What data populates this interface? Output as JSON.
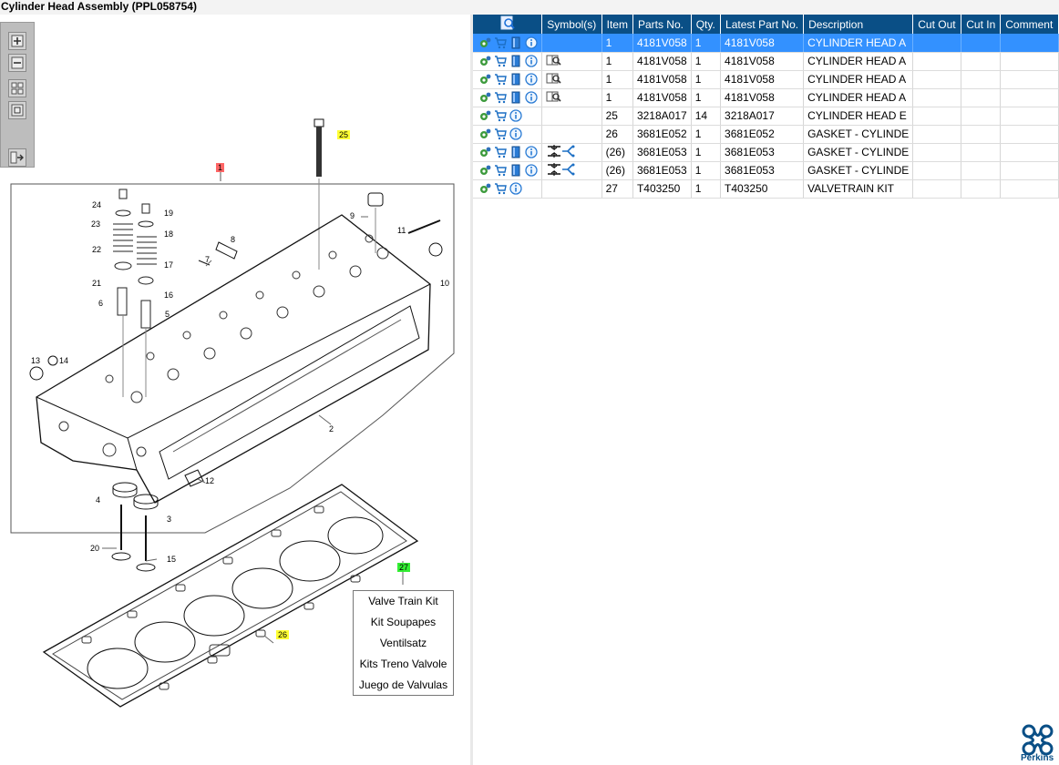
{
  "window": {
    "title": "Cylinder Head Assembly (PPL058754)"
  },
  "toolbar": {
    "buttons": [
      {
        "name": "zoom-in-button",
        "icon": "plus-icon"
      },
      {
        "name": "zoom-out-button",
        "icon": "minus-icon"
      },
      {
        "name": "fit-all-button",
        "icon": "grid-icon"
      },
      {
        "name": "fit-window-button",
        "icon": "square-icon"
      },
      {
        "name": "export-button",
        "icon": "export-icon"
      }
    ]
  },
  "diagram": {
    "callouts": {
      "assembly": "1",
      "bolt": "25",
      "gasket": "26",
      "kit": "27"
    },
    "labels": [
      "24",
      "23",
      "22",
      "21",
      "6",
      "19",
      "18",
      "17",
      "16",
      "5",
      "9",
      "8",
      "7",
      "11",
      "10",
      "13",
      "14",
      "2",
      "12",
      "4",
      "3",
      "20",
      "15"
    ],
    "kit_box": [
      "Valve Train Kit",
      "Kit Soupapes",
      "Ventilsatz",
      "Kits Treno Valvole",
      "Juego de Valvulas"
    ]
  },
  "table": {
    "columns": [
      "Symbol(s)",
      "Item",
      "Parts No.",
      "Qty.",
      "Latest Part No.",
      "Description",
      "Cut Out",
      "Cut In",
      "Comment"
    ],
    "rows": [
      {
        "icons": [
          "gear",
          "cart",
          "book",
          "info"
        ],
        "symbol": "",
        "item": "1",
        "part_no": "4181V058",
        "qty": "1",
        "latest": "4181V058",
        "desc": "CYLINDER HEAD A",
        "cut_out": "",
        "cut_in": "",
        "comment": ""
      },
      {
        "icons": [
          "gear",
          "cart",
          "book",
          "info"
        ],
        "symbol": "magnify",
        "item": "1",
        "part_no": "4181V058",
        "qty": "1",
        "latest": "4181V058",
        "desc": "CYLINDER HEAD A",
        "cut_out": "",
        "cut_in": "",
        "comment": ""
      },
      {
        "icons": [
          "gear",
          "cart",
          "book",
          "info"
        ],
        "symbol": "magnify",
        "item": "1",
        "part_no": "4181V058",
        "qty": "1",
        "latest": "4181V058",
        "desc": "CYLINDER HEAD A",
        "cut_out": "",
        "cut_in": "",
        "comment": ""
      },
      {
        "icons": [
          "gear",
          "cart",
          "book",
          "info"
        ],
        "symbol": "magnify",
        "item": "1",
        "part_no": "4181V058",
        "qty": "1",
        "latest": "4181V058",
        "desc": "CYLINDER HEAD A",
        "cut_out": "",
        "cut_in": "",
        "comment": ""
      },
      {
        "icons": [
          "gear",
          "cart",
          "info"
        ],
        "symbol": "",
        "item": "25",
        "part_no": "3218A017",
        "qty": "14",
        "latest": "3218A017",
        "desc": "CYLINDER HEAD E",
        "cut_out": "",
        "cut_in": "",
        "comment": ""
      },
      {
        "icons": [
          "gear",
          "cart",
          "info"
        ],
        "symbol": "",
        "item": "26",
        "part_no": "3681E052",
        "qty": "1",
        "latest": "3681E052",
        "desc": "GASKET - CYLINDE",
        "cut_out": "",
        "cut_in": "",
        "comment": ""
      },
      {
        "icons": [
          "gear",
          "cart",
          "book",
          "info"
        ],
        "symbol": "split",
        "item": "(26)",
        "part_no": "3681E053",
        "qty": "1",
        "latest": "3681E053",
        "desc": "GASKET - CYLINDE",
        "cut_out": "",
        "cut_in": "",
        "comment": ""
      },
      {
        "icons": [
          "gear",
          "cart",
          "book",
          "info"
        ],
        "symbol": "split",
        "item": "(26)",
        "part_no": "3681E053",
        "qty": "1",
        "latest": "3681E053",
        "desc": "GASKET - CYLINDE",
        "cut_out": "",
        "cut_in": "",
        "comment": ""
      },
      {
        "icons": [
          "gear",
          "cart",
          "info"
        ],
        "symbol": "",
        "item": "27",
        "part_no": "T403250",
        "qty": "1",
        "latest": "T403250",
        "desc": "VALVETRAIN KIT",
        "cut_out": "",
        "cut_in": "",
        "comment": ""
      }
    ],
    "selected_row": 0
  },
  "colors": {
    "header": "#0a4f86",
    "selected": "#3391ff",
    "callout_yellow": "#ffff33",
    "callout_red": "#ff6666",
    "callout_green": "#33ee33"
  },
  "brand": {
    "name": "Perkins"
  }
}
